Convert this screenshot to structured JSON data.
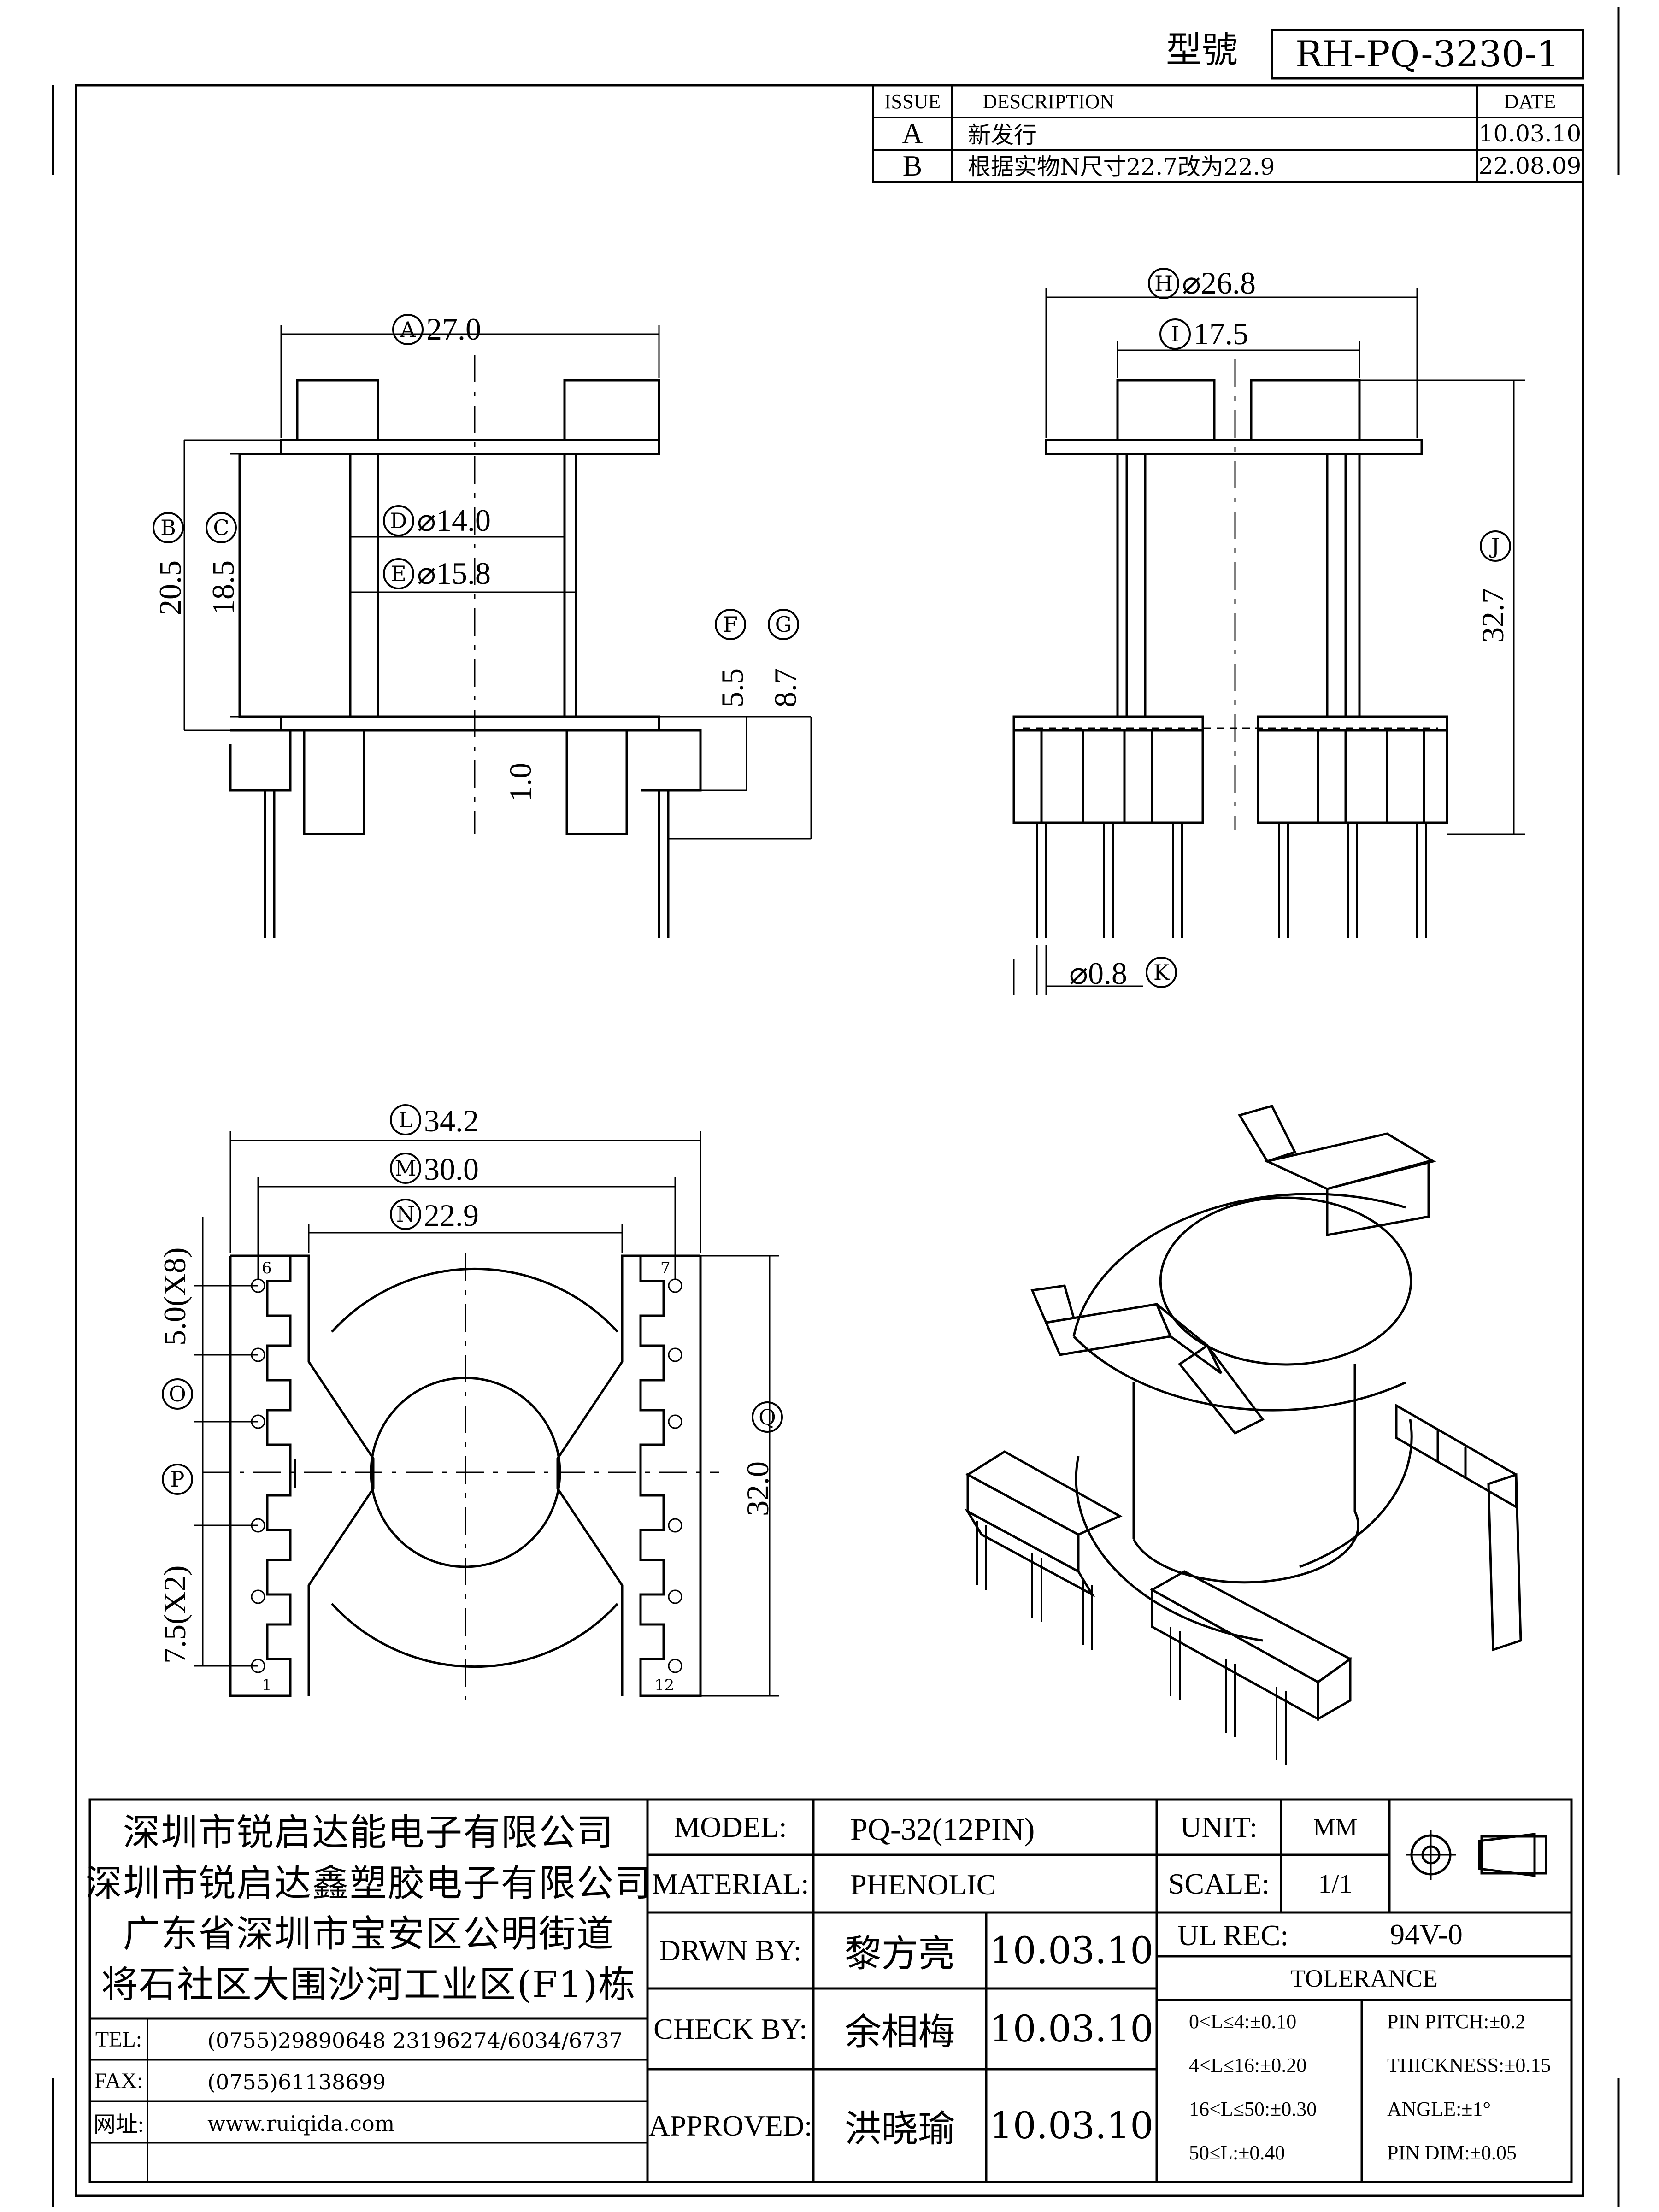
{
  "header": {
    "model_label": "型號",
    "model_no": "RH-PQ-3230-1"
  },
  "revisions": {
    "headers": [
      "ISSUE",
      "DESCRIPTION",
      "DATE"
    ],
    "rows": [
      {
        "issue": "A",
        "description": "新发行",
        "date": "10.03.10"
      },
      {
        "issue": "B",
        "description": "根据实物N尺寸22.7改为22.9",
        "date": "22.08.09"
      }
    ]
  },
  "dims": {
    "A": "27.0",
    "B": "20.5",
    "C": "18.5",
    "D": "⌀14.0",
    "E": "⌀15.8",
    "F": "5.5",
    "G": "8.7",
    "one": "1.0",
    "H": "⌀26.8",
    "I": "17.5",
    "J": "32.7",
    "K": "⌀0.8",
    "L": "34.2",
    "M": "30.0",
    "N": "22.9",
    "pitch": "5.0(X8)",
    "gap": "7.5(X2)",
    "Q": "32.0"
  },
  "dim_letters": [
    "A",
    "B",
    "C",
    "D",
    "E",
    "F",
    "G",
    "H",
    "I",
    "J",
    "K",
    "L",
    "M",
    "N",
    "O",
    "P",
    "Q"
  ],
  "pin_numbers": {
    "p6": "6",
    "p7": "7",
    "p1": "1",
    "p12": "12"
  },
  "company": {
    "lines": [
      "深圳市锐启达能电子有限公司",
      "深圳市锐启达鑫塑胶电子有限公司",
      "广东省深圳市宝安区公明街道",
      "将石社区大围沙河工业区(F1)栋"
    ],
    "tel_label": "TEL:",
    "tel": "(0755)29890648  23196274/6034/6737",
    "fax_label": "FAX:",
    "fax": "(0755)61138699",
    "web_label": "网址:",
    "web": "www.ruiqida.com"
  },
  "title_block": {
    "model_label": "MODEL:",
    "model": "PQ-32(12PIN)",
    "material_label": "MATERIAL:",
    "material": "PHENOLIC",
    "drawn_label": "DRWN BY:",
    "drawn": "黎方亮",
    "drawn_date": "10.03.10",
    "check_label": "CHECK BY:",
    "check": "余相梅",
    "check_date": "10.03.10",
    "approved_label": "APPROVED:",
    "approved": "洪晓瑜",
    "approved_date": "10.03.10",
    "unit_label": "UNIT:",
    "unit": "MM",
    "scale_label": "SCALE:",
    "scale": "1/1",
    "ul_label": "UL REC:",
    "ul": "94V-0",
    "tolerance_label": "TOLERANCE",
    "tol_left": [
      "0<L≤4:±0.10",
      "4<L≤16:±0.20",
      "16<L≤50:±0.30",
      "50≤L:±0.40"
    ],
    "tol_right": [
      "PIN PITCH:±0.2",
      "THICKNESS:±0.15",
      "ANGLE:±1°",
      "PIN DIM:±0.05"
    ]
  }
}
